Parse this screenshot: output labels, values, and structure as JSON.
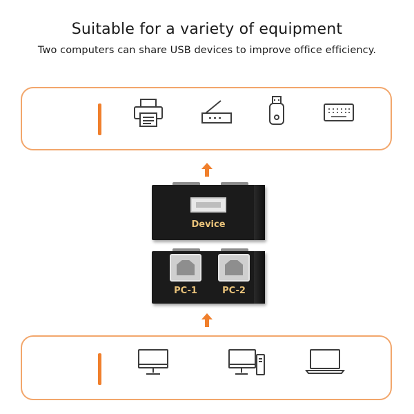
{
  "header": {
    "title": "Suitable for a variety of equipment",
    "subtitle": "Two computers can share USB devices to improve office efficiency."
  },
  "colors": {
    "accent": "#f07f2c",
    "panel_border": "#f2a66b",
    "box": "#1b1b1b",
    "port_label": "#e8c27a"
  },
  "devices_panel": {
    "icons": [
      "printer-icon",
      "scanner-icon",
      "usb-flash-drive-icon",
      "keyboard-icon"
    ]
  },
  "computers_panel": {
    "icons": [
      "monitor-icon",
      "desktop-computer-icon",
      "laptop-icon"
    ]
  },
  "switch": {
    "device_label": "Device",
    "pc1_label": "PC-1",
    "pc2_label": "PC-2"
  }
}
